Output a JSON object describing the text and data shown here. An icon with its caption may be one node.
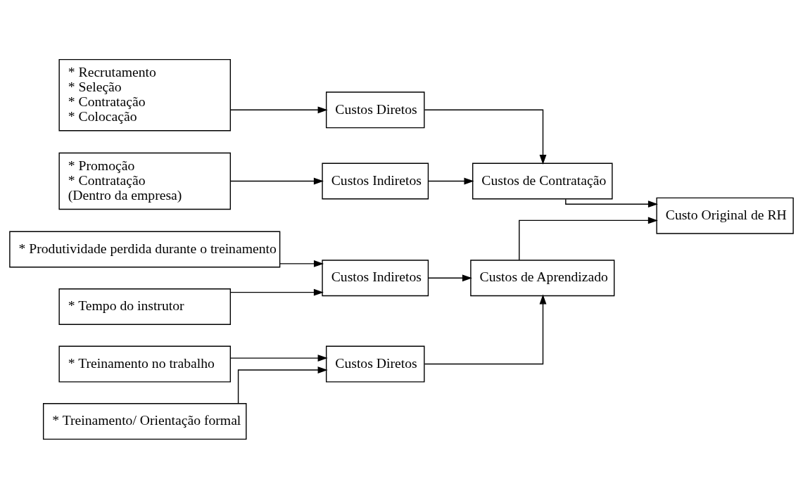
{
  "diagram": {
    "nodes": [
      {
        "text": [
          "* Recrutamento",
          "* Seleção",
          "* Contratação",
          "* Colocação"
        ]
      },
      {
        "text": [
          "* Promoção",
          "* Contratação",
          "(Dentro da empresa)"
        ]
      },
      {
        "text": [
          "* Treinamento/ Orientação formal"
        ]
      },
      {
        "text": [
          "* Treinamento no trabalho"
        ]
      },
      {
        "text": [
          "* Tempo do instrutor"
        ]
      },
      {
        "text": [
          "* Produtividade perdida durante o treinamento"
        ]
      },
      {
        "text": [
          "Custos Diretos"
        ]
      },
      {
        "text": [
          "Custos Indiretos"
        ]
      },
      {
        "text": [
          "Custos Diretos"
        ]
      },
      {
        "text": [
          "Custos Indiretos"
        ]
      },
      {
        "text": [
          "Custos de Contratação"
        ]
      },
      {
        "text": [
          "Custos de Aprendizado"
        ]
      },
      {
        "text": [
          "Custo Original de RH"
        ]
      }
    ],
    "edges": [
      {
        "from": 0,
        "to": 6,
        "arrow": "to"
      },
      {
        "from": 1,
        "to": 7,
        "arrow": "to"
      },
      {
        "from": 2,
        "to": 8,
        "arrow": "to"
      },
      {
        "from": 3,
        "to": 8,
        "arrow": "to"
      },
      {
        "from": 4,
        "to": 9,
        "arrow": "to"
      },
      {
        "from": 5,
        "to": 9,
        "arrow": "to"
      },
      {
        "from": 6,
        "to": 10,
        "arrow": "to"
      },
      {
        "from": 7,
        "to": 10,
        "arrow": "to"
      },
      {
        "from": 8,
        "to": 11,
        "arrow": "to"
      },
      {
        "from": 9,
        "to": 11,
        "arrow": "to"
      },
      {
        "from": 10,
        "to": 12,
        "arrow": "to"
      },
      {
        "from": 11,
        "to": 12,
        "arrow": "to"
      }
    ]
  }
}
